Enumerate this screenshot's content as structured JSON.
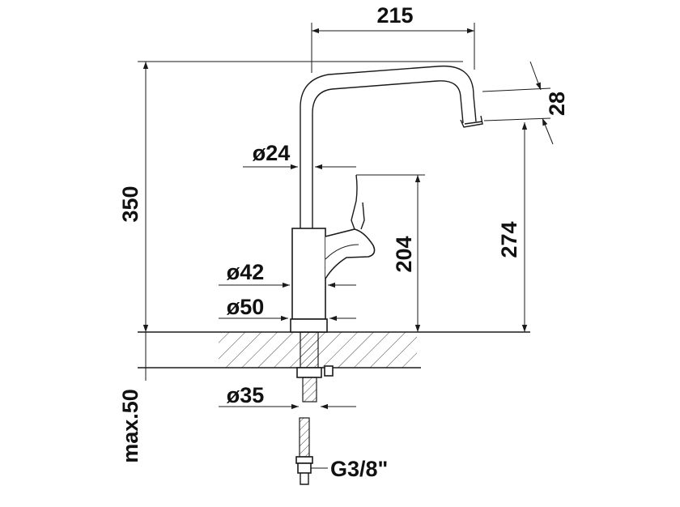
{
  "dimensions": {
    "width_top": "215",
    "spout_height": "28",
    "total_height": "350",
    "pipe_diameter": "ø24",
    "handle_height": "204",
    "outlet_height": "274",
    "body_diameter": "ø42",
    "base_diameter": "ø50",
    "shank_diameter": "ø35",
    "max_thickness": "max.50",
    "connection_thread": "G3/8\""
  }
}
